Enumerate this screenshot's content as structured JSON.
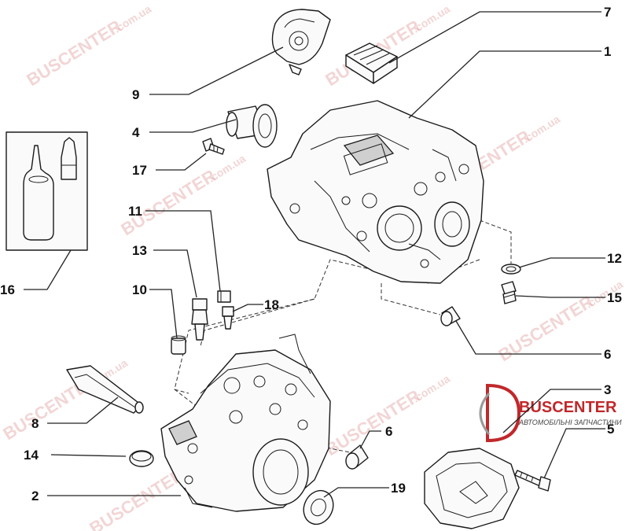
{
  "watermarks": {
    "brand": "BUSCENTER",
    "domain": ".com.ua"
  },
  "logo": {
    "brand": "BUSCENTER",
    "tagline": "АВТОМОБІЛЬНІ ЗАПЧАСТИНИ"
  },
  "callouts": {
    "c1": "1",
    "c2": "2",
    "c3": "3",
    "c4": "4",
    "c5": "5",
    "c6a": "6",
    "c6b": "6",
    "c7": "7",
    "c8": "8",
    "c9": "9",
    "c10": "10",
    "c11": "11",
    "c12": "12",
    "c13": "13",
    "c14": "14",
    "c15": "15",
    "c16": "16",
    "c17": "17",
    "c18": "18",
    "c19": "19"
  },
  "colors": {
    "line": "#1a1a1a",
    "watermark": "#e8b3b3",
    "logo": "#c0282b"
  }
}
